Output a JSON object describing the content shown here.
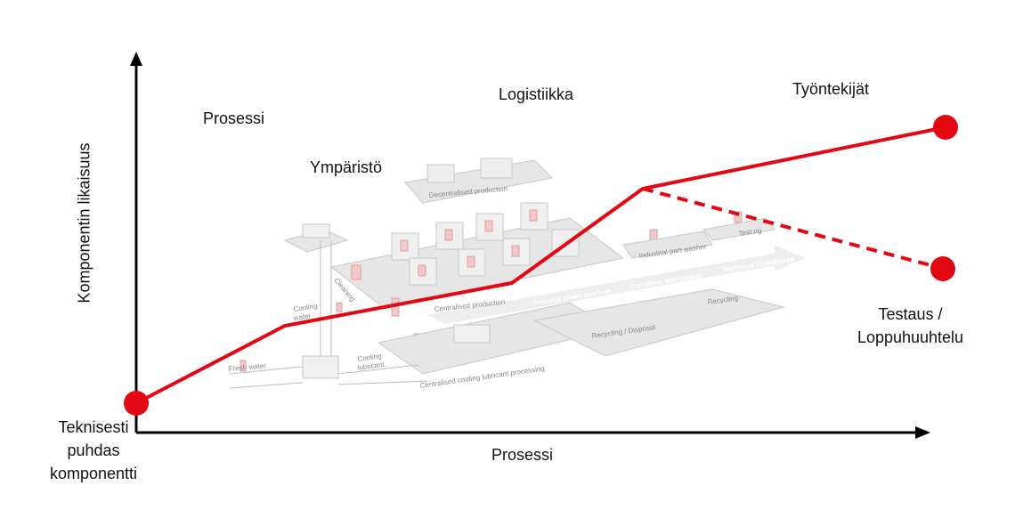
{
  "axes": {
    "y_label": "Komponentin likaisuus",
    "x_label": "Prosessi"
  },
  "labels": {
    "process": "Prosessi",
    "environment": "Ympäristö",
    "logistics": "Logistiikka",
    "workers": "Työntekijät",
    "testing_line1": "Testaus /",
    "testing_line2": "Loppuhuuhtelu",
    "start_line1": "Teknisesti",
    "start_line2": "puhdas",
    "start_line3": "komponentti"
  },
  "illustration": {
    "decentralised": "Decentralised production",
    "cleaning": "Cleaning",
    "centralised": "Centralised production",
    "cooling_water_1": "Cooling",
    "cooling_water_2": "water",
    "fresh_water": "Fresh water",
    "cooling_lub_1": "Cooling",
    "cooling_lub_2": "lubricant",
    "lubricant_processing": "Centralised cooling lubricant processing",
    "process_chain": "Process chain analysis",
    "condition": "Condition Monitoring",
    "tech_clean": "Technical cleanliness",
    "part_washer": "Industrial part washer",
    "test_rig": "Test rig",
    "recycling_disposal": "Recycling / Disposal",
    "recycling": "Recycling"
  },
  "colors": {
    "accent": "#e30613",
    "axis": "#000000",
    "illustration": "#d9d9d9"
  }
}
